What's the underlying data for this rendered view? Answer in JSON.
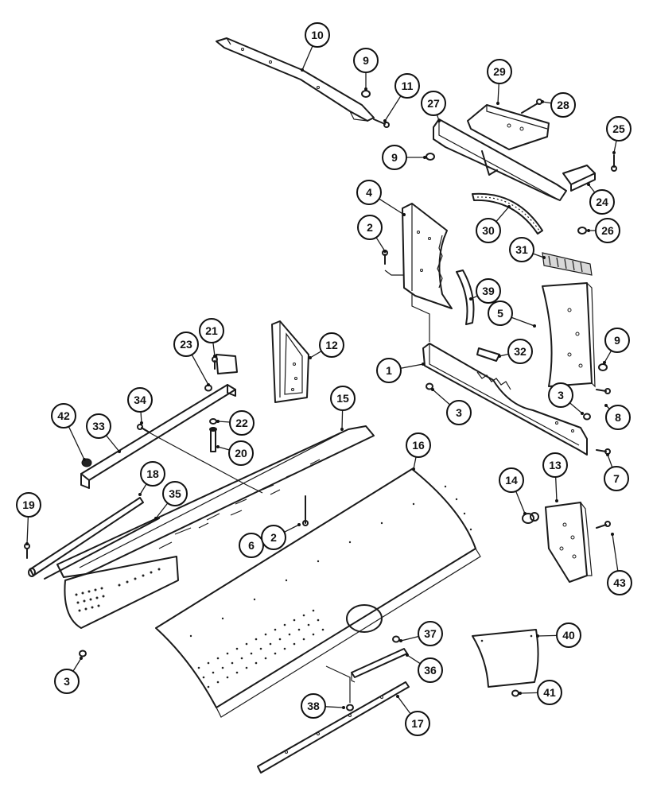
{
  "callouts": [
    {
      "label": "10",
      "part": "frame-bar"
    },
    {
      "label": "9",
      "part": "nut"
    },
    {
      "label": "11",
      "part": "bolt"
    },
    {
      "label": "29",
      "part": "bracket-plate"
    },
    {
      "label": "28",
      "part": "bolt"
    },
    {
      "label": "27",
      "part": "support-beam"
    },
    {
      "label": "9",
      "part": "nut"
    },
    {
      "label": "25",
      "part": "bolt"
    },
    {
      "label": "24",
      "part": "angle-bracket"
    },
    {
      "label": "26",
      "part": "nut"
    },
    {
      "label": "4",
      "part": "side-plate"
    },
    {
      "label": "2",
      "part": "bolt"
    },
    {
      "label": "30",
      "part": "curved-strip"
    },
    {
      "label": "31",
      "part": "brush-seal"
    },
    {
      "label": "39",
      "part": "curved-strip"
    },
    {
      "label": "5",
      "part": "side-plate"
    },
    {
      "label": "9",
      "part": "nut"
    },
    {
      "label": "32",
      "part": "wear-pad"
    },
    {
      "label": "1",
      "part": "lower-plate"
    },
    {
      "label": "3",
      "part": "nut"
    },
    {
      "label": "3",
      "part": "nut"
    },
    {
      "label": "8",
      "part": "bolt"
    },
    {
      "label": "7",
      "part": "bolt"
    },
    {
      "label": "21",
      "part": "bolt"
    },
    {
      "label": "23",
      "part": "nut"
    },
    {
      "label": "12",
      "part": "end-plate"
    },
    {
      "label": "34",
      "part": "bolt"
    },
    {
      "label": "33",
      "part": "bar"
    },
    {
      "label": "42",
      "part": "nut"
    },
    {
      "label": "22",
      "part": "washer"
    },
    {
      "label": "20",
      "part": "bolt"
    },
    {
      "label": "15",
      "part": "upper-sieve"
    },
    {
      "label": "16",
      "part": "cover-panel"
    },
    {
      "label": "18",
      "part": "rod"
    },
    {
      "label": "35",
      "part": "rod"
    },
    {
      "label": "19",
      "part": "bolt"
    },
    {
      "label": "6",
      "part": "bolt"
    },
    {
      "label": "2",
      "part": "bolt"
    },
    {
      "label": "14",
      "part": "grommet"
    },
    {
      "label": "13",
      "part": "end-plate"
    },
    {
      "label": "43",
      "part": "bolt"
    },
    {
      "label": "37",
      "part": "nut"
    },
    {
      "label": "36",
      "part": "strap"
    },
    {
      "label": "40",
      "part": "small-panel"
    },
    {
      "label": "3",
      "part": "nut"
    },
    {
      "label": "38",
      "part": "nut"
    },
    {
      "label": "41",
      "part": "bolt"
    },
    {
      "label": "17",
      "part": "strip"
    }
  ]
}
